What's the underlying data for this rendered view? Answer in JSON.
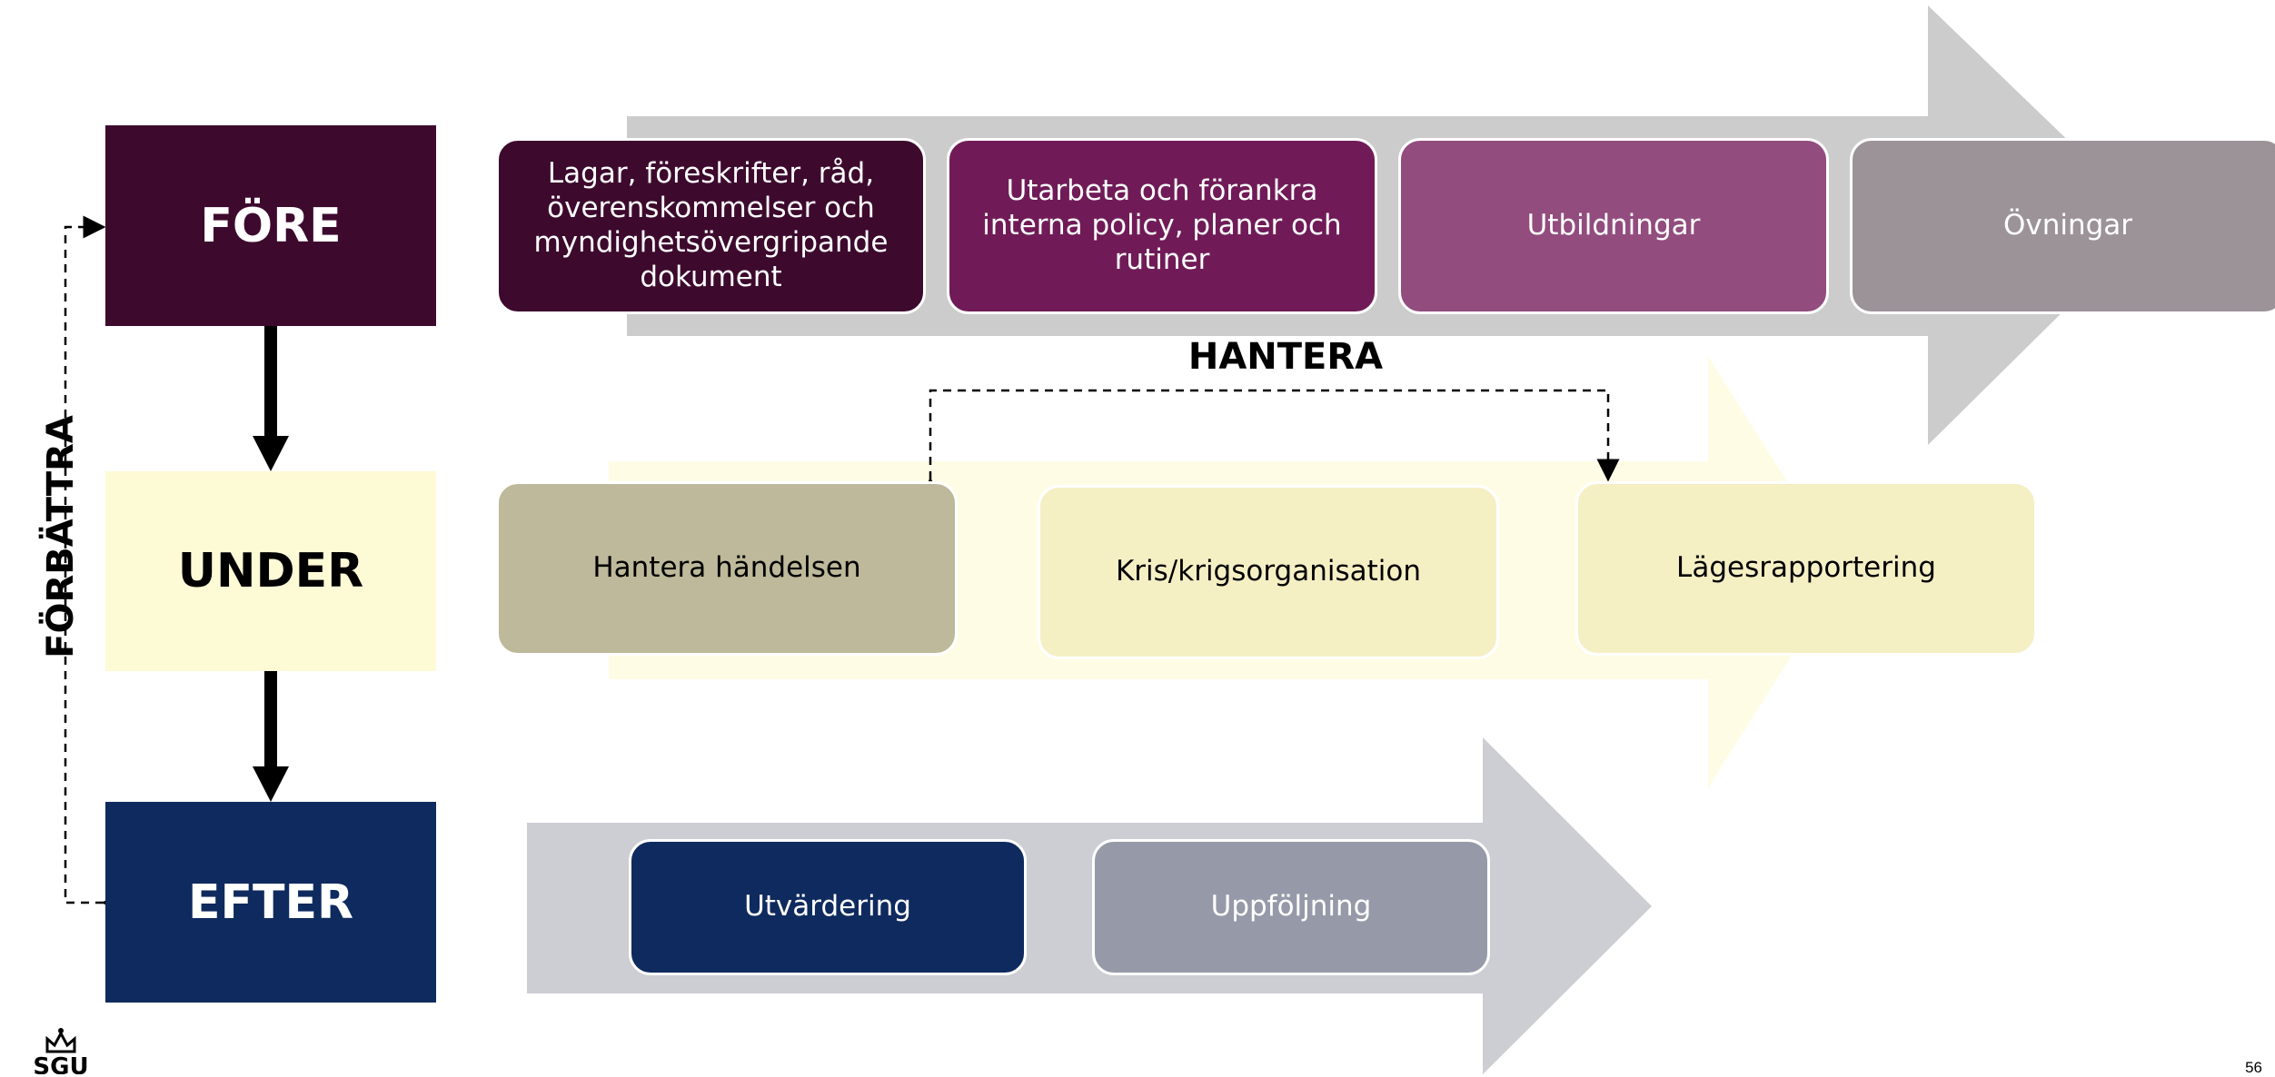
{
  "phases": {
    "fore": "FÖRE",
    "under": "UNDER",
    "efter": "EFTER"
  },
  "side_label": "FÖRBÄTTRA",
  "hantera_label": "HANTERA",
  "fore_steps": [
    "Lagar, föreskrifter, råd, överenskommelser och myndighetsövergripande dokument",
    "Utarbeta och förankra interna policy, planer och rutiner",
    "Utbildningar",
    "Övningar"
  ],
  "under_steps": [
    "Hantera händelsen",
    "Kris/krigsorganisation",
    "Lägesrapportering"
  ],
  "efter_steps": [
    "Utvärdering",
    "Uppföljning"
  ],
  "logo_text": "SGU",
  "page_number": "56",
  "colors": {
    "fore_dark": "#3d0a2e",
    "fore_mid": "#701b57",
    "fore_light": "#924c7d",
    "fore_grey": "#9c9399",
    "under_bg": "#fdfad6",
    "under_dark": "#bdb99a",
    "under_box": "#f5efc4",
    "efter_dark": "#0f2a5e",
    "efter_grey": "#969aa8",
    "arrow_grey": "#cccccc"
  }
}
